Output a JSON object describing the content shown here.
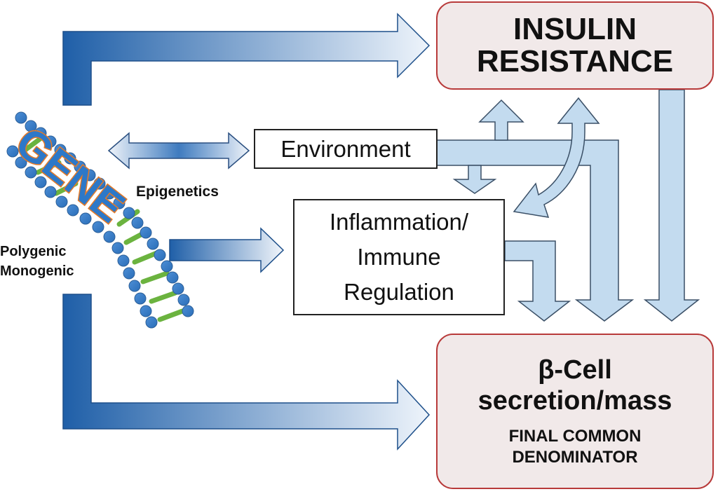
{
  "nodes": {
    "insulin_resistance": {
      "line1": "INSULIN",
      "line2": "RESISTANCE"
    },
    "beta_cell": {
      "line1": "β-Cell",
      "line2": "secretion/mass",
      "line3": "FINAL COMMON",
      "line4": "DENOMINATOR"
    },
    "environment": "Environment",
    "inflammation": {
      "line1": "Inflammation/",
      "line2": "Immune",
      "line3": "Regulation"
    }
  },
  "labels": {
    "epigenetics": "Epigenetics",
    "polygenic": "Polygenic",
    "monogenic": "Monogenic",
    "gene_logo": "GENE"
  },
  "colors": {
    "dark_arrow": "#1f5fa8",
    "light_arrow": "#c3dbef",
    "box_fill": "#f1e9e9",
    "box_border": "#b83a3a"
  }
}
